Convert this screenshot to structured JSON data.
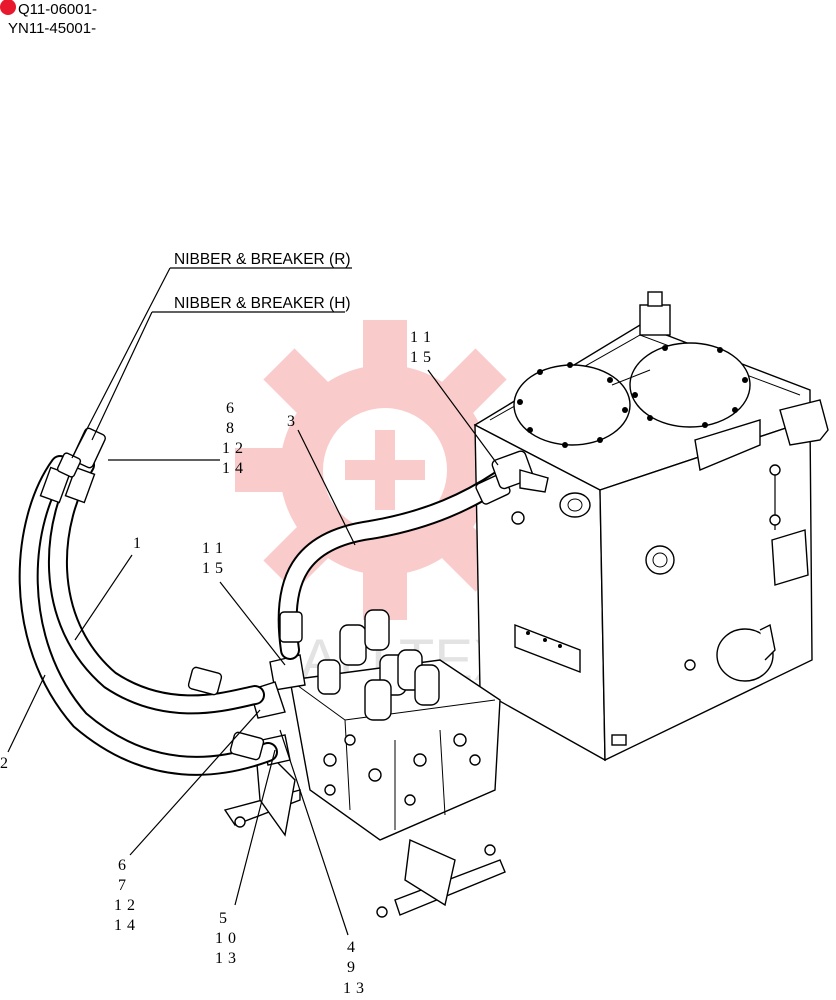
{
  "serials": [
    "Q11-06001-",
    "YN11-45001-"
  ],
  "marker_color": "#e8192c",
  "watermark": {
    "text": "ALLTEX",
    "gear_color": "#f26d6d"
  },
  "labels": {
    "nibber_r": "NIBBER & BREAKER (R)",
    "nibber_h": "NIBBER & BREAKER (H)"
  },
  "callouts": {
    "c_11_15_top": [
      "1 1",
      "1 5"
    ],
    "c_3": [
      "3"
    ],
    "c_6_8_12_14": [
      "6",
      "8",
      "1 2",
      "1 4"
    ],
    "c_1": [
      "1"
    ],
    "c_11_15_mid": [
      "1 1",
      "1 5"
    ],
    "c_2": [
      "2"
    ],
    "c_6_7_12_14": [
      "6",
      "7",
      "1 2",
      "1 4"
    ],
    "c_5_10_13": [
      "5",
      "1 0",
      "1 3"
    ],
    "c_4_9_13": [
      "4",
      "9",
      "1 3"
    ]
  }
}
